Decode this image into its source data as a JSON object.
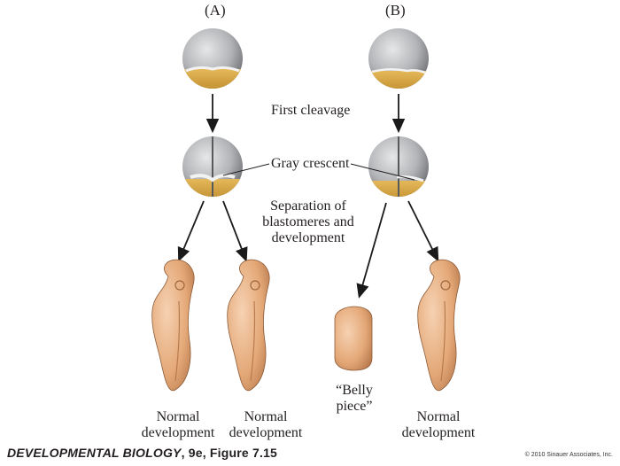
{
  "panels": {
    "a": "(A)",
    "b": "(B)"
  },
  "labels": {
    "first_cleavage": "First cleavage",
    "gray_crescent": "Gray crescent",
    "separation_l1": "Separation of",
    "separation_l2": "blastomeres and",
    "separation_l3": "development",
    "normal_a1_l1": "Normal",
    "normal_a1_l2": "development",
    "normal_a2_l1": "Normal",
    "normal_a2_l2": "development",
    "belly_l1": "“Belly",
    "belly_l2": "piece”",
    "normal_b_l1": "Normal",
    "normal_b_l2": "development"
  },
  "footer": {
    "title": "DEVELOPMENTAL BIOLOGY",
    "edition": ", 9e, Figure 7.15"
  },
  "copyright": "© 2010 Sinauer Associates, Inc.",
  "colors": {
    "egg_gray": "#a8a9ac",
    "yolk": "#d9a73e",
    "embryo": "#e8b088",
    "arrow": "#1a1a1a"
  }
}
